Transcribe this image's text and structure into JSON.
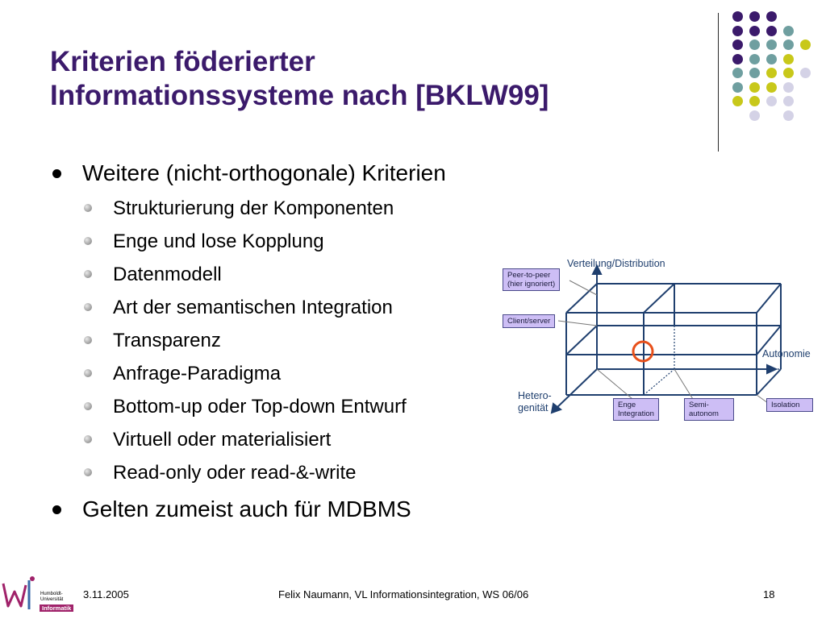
{
  "slide": {
    "title_line1": "Kriterien föderierter",
    "title_line2": "Informationssysteme nach [BKLW99]"
  },
  "bullets": [
    {
      "text": "Weitere (nicht-orthogonale) Kriterien",
      "sub": [
        "Strukturierung der Komponenten",
        "Enge und lose Kopplung",
        "Datenmodell",
        "Art der semantischen Integration",
        "Transparenz",
        "Anfrage-Paradigma",
        "Bottom-up oder Top-down Entwurf",
        "Virtuell oder materialisiert",
        "Read-only oder read-&-write"
      ]
    },
    {
      "text": "Gelten zumeist auch für MDBMS",
      "sub": []
    }
  ],
  "diagram": {
    "axis_vertical": "Verteilung/Distribution",
    "axis_horizontal": "Autonomie",
    "axis_depth_line1": "Hetero-",
    "axis_depth_line2": "genität",
    "labels": {
      "p2p_line1": "Peer-to-peer",
      "p2p_line2": "(hier ignoriert)",
      "client_server": "Client/server",
      "enge_line1": "Enge",
      "enge_line2": "Integration",
      "semi_line1": "Semi-",
      "semi_line2": "autonom",
      "isolation": "Isolation"
    },
    "colors": {
      "line": "#1f3f6e",
      "label_bg": "#cdbef5",
      "marker": "#e8501a"
    }
  },
  "footer": {
    "date": "3.11.2005",
    "center": "Felix Naumann, VL Informationsintegration, WS 06/06",
    "page": "18"
  },
  "logo": {
    "line1": "Humboldt-",
    "line2": "Universität",
    "badge": "Informatik"
  },
  "decoration_colors": {
    "purple": "#3b1a6b",
    "teal": "#6f9fa0",
    "yellow": "#c8c81a",
    "lavender": "#d4d2e6"
  }
}
